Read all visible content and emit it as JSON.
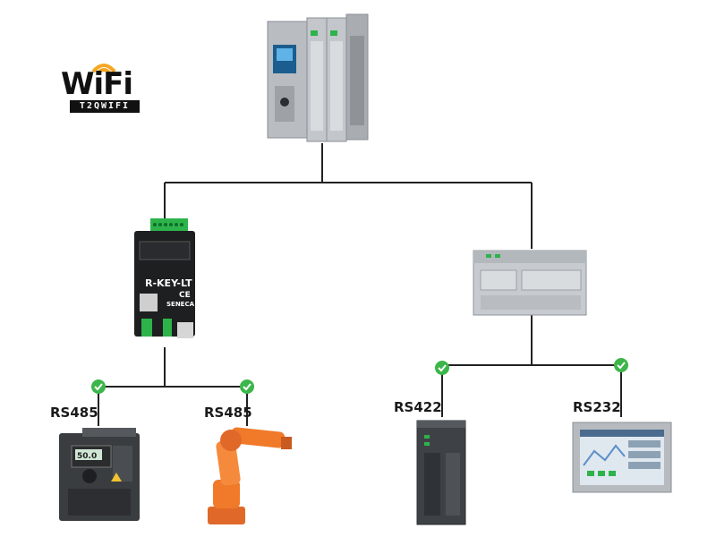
{
  "logo": {
    "word": "WiFi",
    "brand": "T2QWIFI",
    "accent_color": "#f5a623"
  },
  "devices": {
    "plc_main": {
      "icon": "plc-cpu-module"
    },
    "gateway": {
      "text": "R-KEY-LT",
      "brand": "SENECA",
      "ce": "CE",
      "icon": "protocol-gateway"
    },
    "plc_compact": {
      "icon": "compact-plc"
    },
    "drive": {
      "display": "50.0",
      "icon": "frequency-inverter"
    },
    "robot": {
      "icon": "industrial-robot-arm"
    },
    "io_module": {
      "icon": "io-module"
    },
    "hmi": {
      "icon": "hmi-touch-panel"
    }
  },
  "ports": {
    "rs485_left": "RS485",
    "rs485_right": "RS485",
    "rs422": "RS422",
    "rs232": "RS232"
  },
  "colors": {
    "check_green": "#3cb54a",
    "line": "#222222",
    "terminal_green": "#2db34a",
    "robot_orange": "#f07a2a"
  }
}
